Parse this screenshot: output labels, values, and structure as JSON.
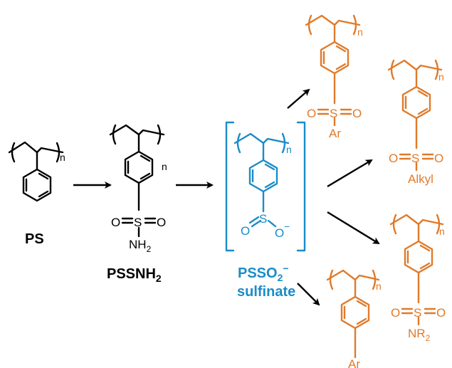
{
  "colors": {
    "black": "#000000",
    "blue": "#1a8cc8",
    "orange": "#e07a2a"
  },
  "structures": {
    "ps": {
      "label": "PS",
      "repeat": "n"
    },
    "pssnh2": {
      "label_main": "PSSNH",
      "label_sub": "2",
      "repeat": "n",
      "s": "S",
      "o1": "O",
      "o2": "O",
      "nh": "NH",
      "nh_sub": "2"
    },
    "psso2": {
      "label_main": "PSSO",
      "label_sub": "2",
      "label_sup": "−",
      "label_line2": "sulfinate",
      "repeat": "n",
      "s": "S",
      "o1": "O",
      "o2": "O",
      "charge": "−"
    },
    "p_ar_sulfone": {
      "repeat": "n",
      "s": "S",
      "o1": "O",
      "o2": "O",
      "sub": "Ar"
    },
    "p_alkyl_sulfone": {
      "repeat": "n",
      "s": "S",
      "o1": "O",
      "o2": "O",
      "sub": "Alkyl"
    },
    "p_sulfonamide": {
      "repeat": "n",
      "s": "S",
      "o1": "O",
      "o2": "O",
      "sub": "NR",
      "sub_sub": "2"
    },
    "p_ar": {
      "repeat": "n",
      "sub": "Ar"
    }
  }
}
